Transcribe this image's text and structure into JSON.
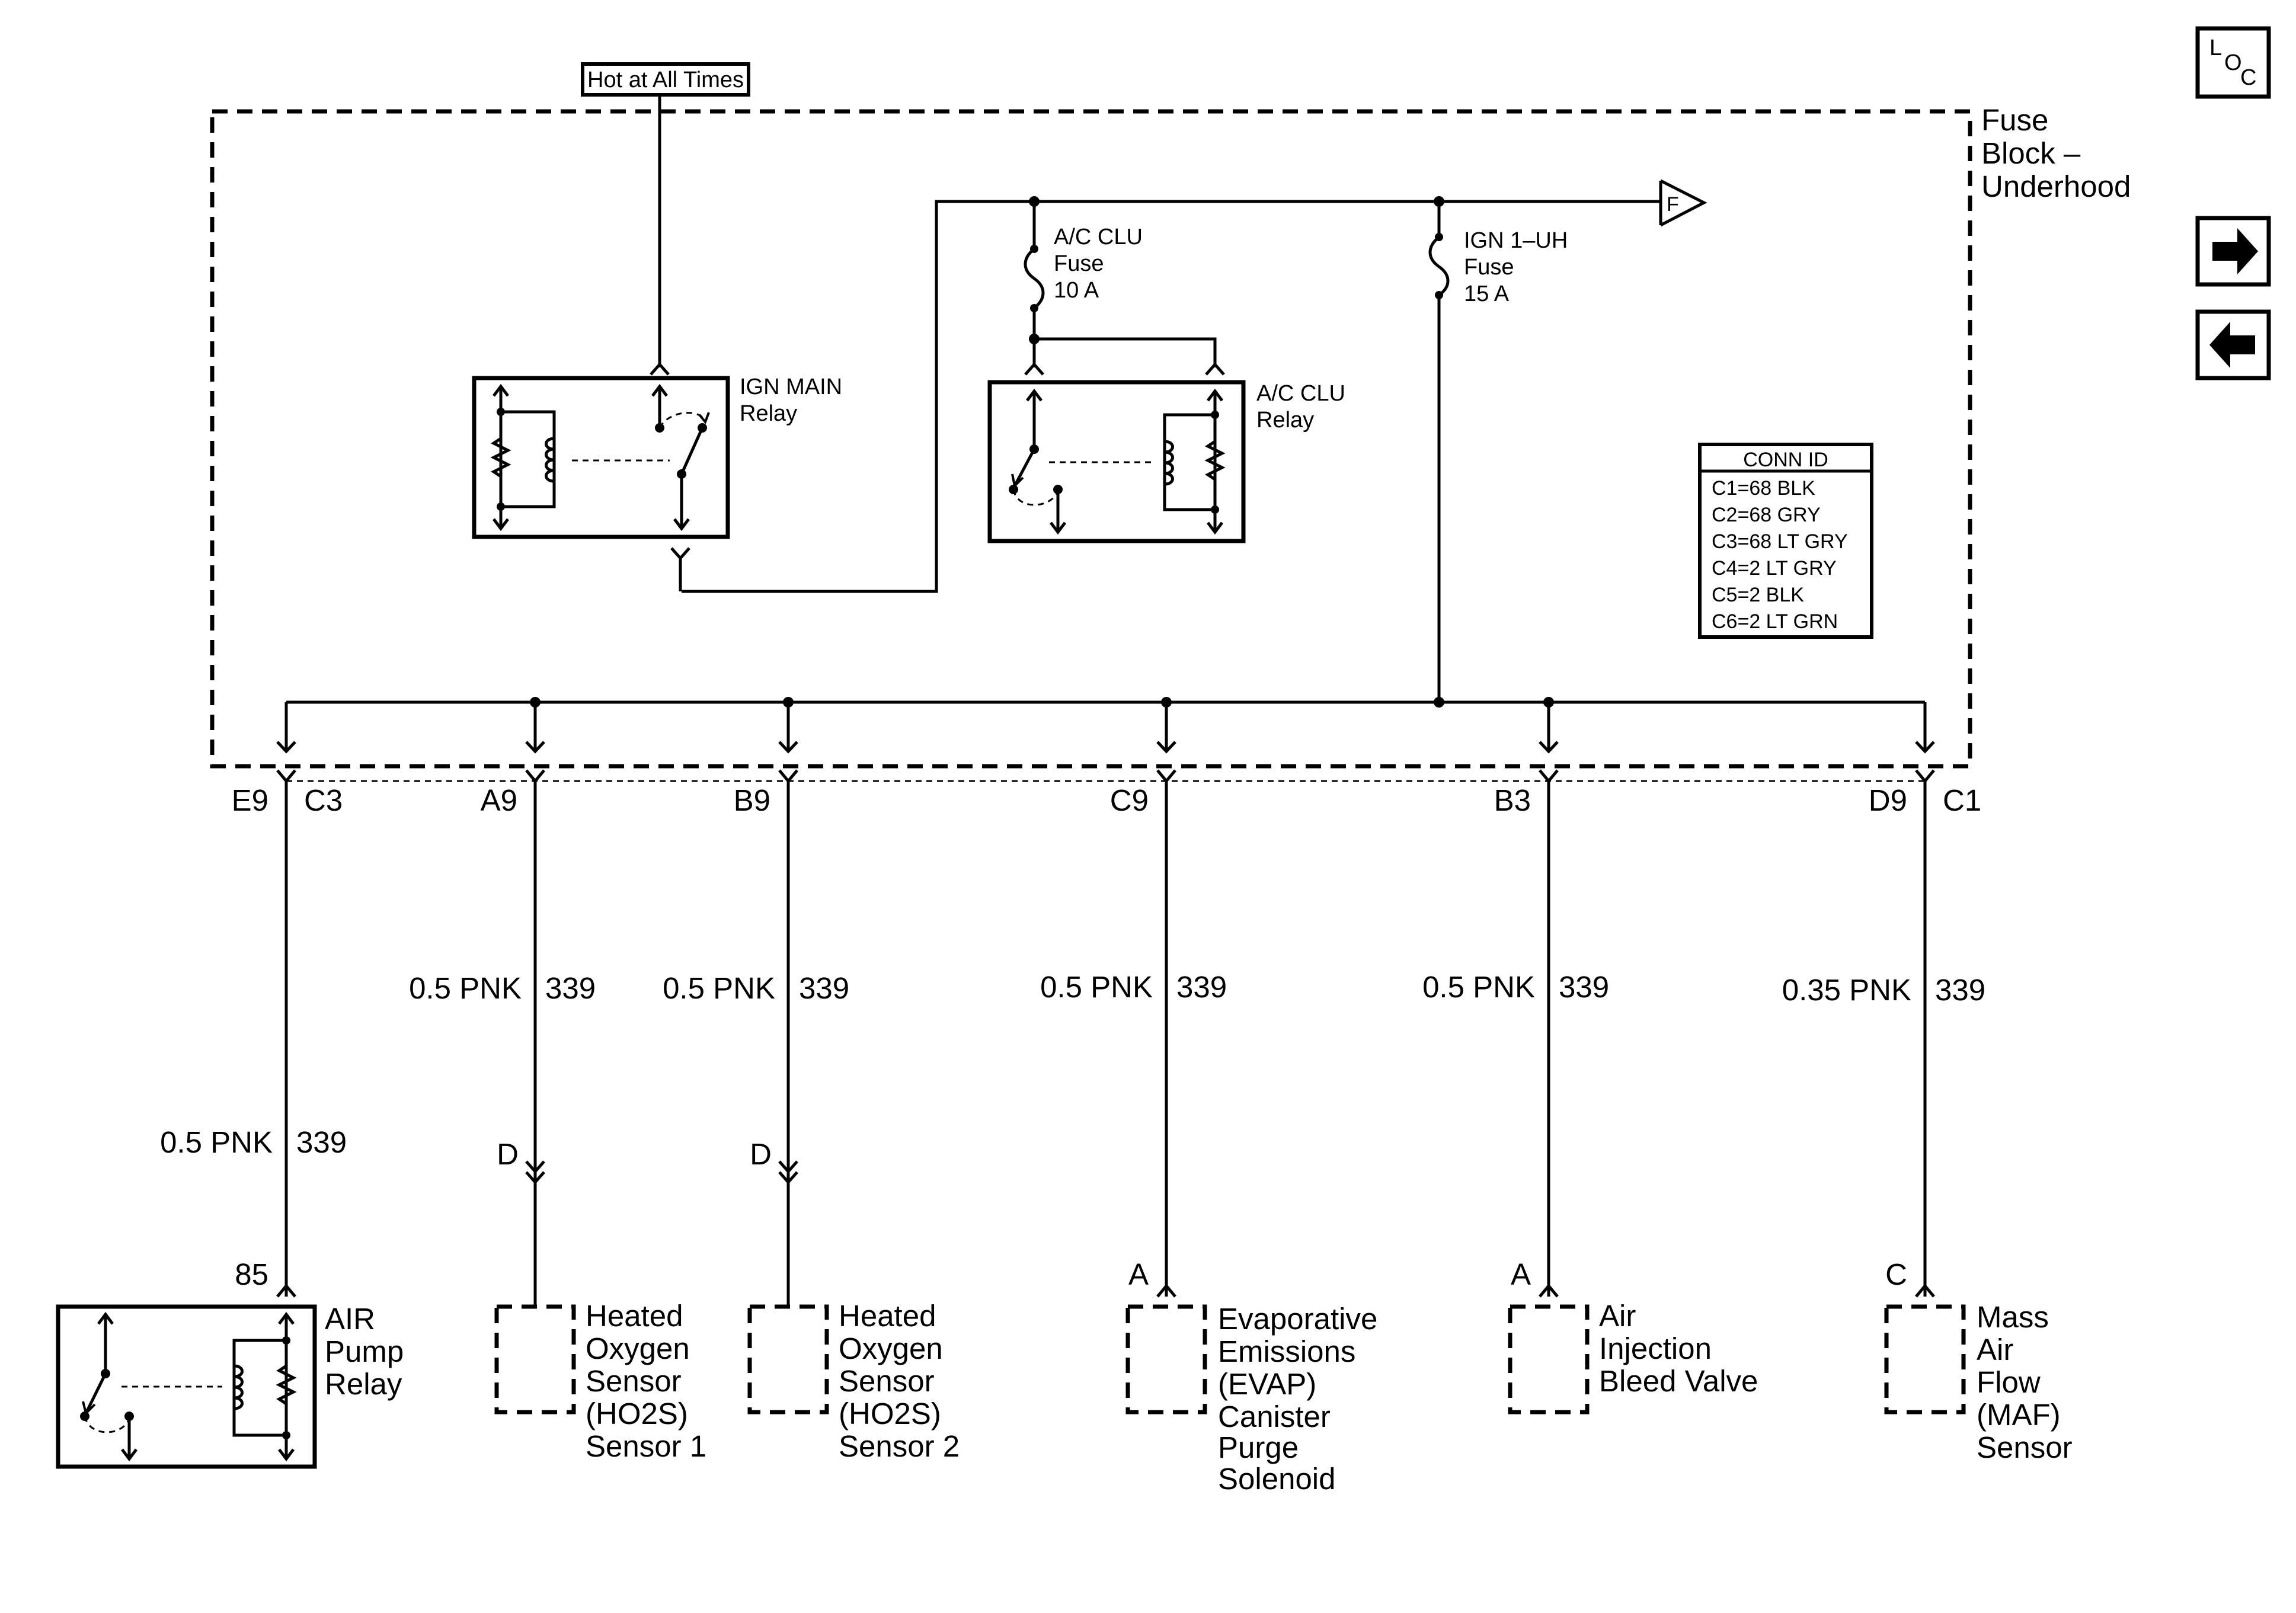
{
  "header": {
    "hot_label": "Hot at All Times"
  },
  "fuse_block": {
    "title_lines": [
      "Fuse",
      "Block –",
      "Underhood"
    ],
    "feed_connector": "F"
  },
  "fuses": [
    {
      "name": "A/C CLU",
      "line2": "Fuse",
      "line3": "10 A"
    },
    {
      "name": "IGN 1–UH",
      "line2": "Fuse",
      "line3": "15 A"
    }
  ],
  "relays": {
    "ign_main": {
      "line1": "IGN MAIN",
      "line2": "Relay"
    },
    "ac_clu": {
      "line1": "A/C CLU",
      "line2": "Relay"
    }
  },
  "conn_id": {
    "title": "CONN ID",
    "rows": [
      "C1=68 BLK",
      "C2=68 GRY",
      "C3=68 LT GRY",
      "C4=2 LT GRY",
      "C5=2 BLK",
      "C6=2 LT GRN"
    ]
  },
  "circuits": [
    {
      "pin_left": "E9",
      "pin_right": "C3",
      "wire": "0.5 PNK",
      "circuit": "339",
      "comp_pin": "85",
      "component": [
        "AIR",
        "Pump",
        "Relay"
      ]
    },
    {
      "pin_left": "A9",
      "pin_right": "",
      "wire": "0.5 PNK",
      "circuit": "339",
      "comp_pin": "D",
      "component": [
        "Heated",
        "Oxygen",
        "Sensor",
        "(HO2S)",
        "Sensor 1"
      ]
    },
    {
      "pin_left": "B9",
      "pin_right": "",
      "wire": "0.5 PNK",
      "circuit": "339",
      "comp_pin": "D",
      "component": [
        "Heated",
        "Oxygen",
        "Sensor",
        "(HO2S)",
        "Sensor 2"
      ]
    },
    {
      "pin_left": "C9",
      "pin_right": "",
      "wire": "0.5 PNK",
      "circuit": "339",
      "comp_pin": "A",
      "component": [
        "Evaporative",
        "Emissions",
        "(EVAP)",
        "Canister",
        "Purge",
        "Solenoid"
      ]
    },
    {
      "pin_left": "B3",
      "pin_right": "",
      "wire": "0.5 PNK",
      "circuit": "339",
      "comp_pin": "A",
      "component": [
        "Air",
        "Injection",
        "Bleed Valve"
      ]
    },
    {
      "pin_left": "D9",
      "pin_right": "C1",
      "wire": "0.35 PNK",
      "circuit": "339",
      "comp_pin": "C",
      "component": [
        "Mass",
        "Air",
        "Flow",
        "(MAF)",
        "Sensor"
      ]
    }
  ],
  "air_pump_wire": {
    "wire": "0.5 PNK",
    "circuit": "339"
  },
  "nav": {
    "loc_l": "L",
    "loc_o": "O",
    "loc_c": "C",
    "next_icon": "arrow-right-icon",
    "prev_icon": "arrow-left-icon"
  }
}
